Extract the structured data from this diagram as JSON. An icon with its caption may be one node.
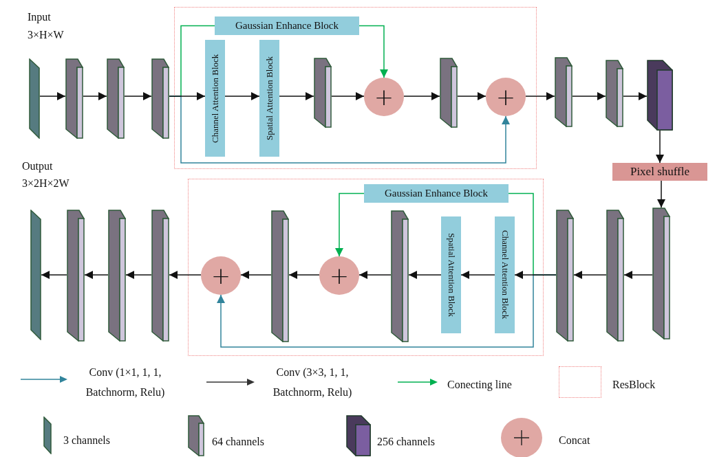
{
  "diagram": {
    "nodes": [
      {
        "text": [],
        "shape": "bar",
        "beside": [
          "Input",
          "3×H×W"
        ]
      },
      {
        "text": [],
        "shape": "bar"
      },
      {
        "text": [],
        "shape": "bar"
      },
      {
        "text": [],
        "shape": "bar"
      },
      {
        "text": [],
        "shape": "box"
      },
      {
        "text": [
          "Gaussian Enhance Block"
        ],
        "in": 4
      },
      {
        "text": [
          "Channel Attention Block"
        ],
        "in": 4
      },
      {
        "text": [
          "Spatial Attention Block"
        ],
        "in": 4
      },
      {
        "text": [],
        "shape": "bar",
        "in": 4
      },
      {
        "text": [
          "+"
        ],
        "in": 4
      },
      {
        "text": [],
        "shape": "bar",
        "in": 4
      },
      {
        "text": [
          "+"
        ],
        "in": 4
      },
      {
        "text": [],
        "shape": "bar"
      },
      {
        "text": [],
        "shape": "bar"
      },
      {
        "text": [],
        "shape": "bar"
      },
      {
        "text": [
          "Pixel shuffle"
        ]
      },
      {
        "text": [],
        "shape": "bar",
        "beside": [
          "Output",
          "3×2H×2W"
        ]
      },
      {
        "text": [],
        "shape": "bar"
      },
      {
        "text": [],
        "shape": "bar"
      },
      {
        "text": [],
        "shape": "bar"
      },
      {
        "text": [],
        "shape": "box"
      },
      {
        "text": [
          "Gaussian Enhance Block"
        ],
        "in": 20
      },
      {
        "text": [
          "+"
        ],
        "in": 20
      },
      {
        "text": [],
        "shape": "bar",
        "in": 20
      },
      {
        "text": [
          "+"
        ],
        "in": 20
      },
      {
        "text": [],
        "shape": "bar",
        "in": 20
      },
      {
        "text": [
          "Spatial Attention Block"
        ],
        "in": 20
      },
      {
        "text": [
          "Channel Attention Block"
        ],
        "in": 20
      },
      {
        "text": [],
        "shape": "bar"
      },
      {
        "text": [],
        "shape": "bar"
      },
      {
        "text": [],
        "shape": "bar"
      }
    ],
    "edges": [
      {
        "from": 0,
        "to": 1,
        "arrow": "to"
      },
      {
        "from": 1,
        "to": 2,
        "arrow": "to"
      },
      {
        "from": 2,
        "to": 3,
        "arrow": "to"
      },
      {
        "from": 3,
        "to": 6,
        "arrow": "to"
      },
      {
        "from": 6,
        "to": 7,
        "arrow": "to"
      },
      {
        "from": 7,
        "to": 8,
        "arrow": "to"
      },
      {
        "from": 8,
        "to": 9,
        "arrow": "to"
      },
      {
        "from": 9,
        "to": 10,
        "arrow": "to"
      },
      {
        "from": 10,
        "to": 11,
        "arrow": "to"
      },
      {
        "from": 11,
        "to": 12,
        "arrow": "to"
      },
      {
        "from": 12,
        "to": 13,
        "arrow": "to"
      },
      {
        "from": 13,
        "to": 14,
        "arrow": "to"
      },
      {
        "from": 14,
        "to": 15,
        "arrow": "to"
      },
      {
        "from": 15,
        "to": 30,
        "arrow": "to"
      },
      {
        "from": 3,
        "to": 5,
        "arrow": "none",
        "color": "#00b050"
      },
      {
        "from": 5,
        "to": 9,
        "arrow": "to",
        "color": "#00b050"
      },
      {
        "from": 3,
        "to": 11,
        "arrow": "to",
        "color": "#31849b"
      },
      {
        "from": 30,
        "to": 29,
        "arrow": "to"
      },
      {
        "from": 29,
        "to": 28,
        "arrow": "to"
      },
      {
        "from": 28,
        "to": 27,
        "arrow": "to"
      },
      {
        "from": 27,
        "to": 26,
        "arrow": "to"
      },
      {
        "from": 26,
        "to": 25,
        "arrow": "to"
      },
      {
        "from": 25,
        "to": 24,
        "arrow": "to"
      },
      {
        "from": 24,
        "to": 23,
        "arrow": "to"
      },
      {
        "from": 23,
        "to": 22,
        "arrow": "to"
      },
      {
        "from": 22,
        "to": 19,
        "arrow": "to"
      },
      {
        "from": 19,
        "to": 18,
        "arrow": "to"
      },
      {
        "from": 18,
        "to": 17,
        "arrow": "to"
      },
      {
        "from": 17,
        "to": 16,
        "arrow": "to"
      },
      {
        "from": 28,
        "to": 21,
        "arrow": "none",
        "color": "#00b050"
      },
      {
        "from": 21,
        "to": 24,
        "arrow": "to",
        "color": "#00b050"
      },
      {
        "from": 28,
        "to": 22,
        "arrow": "to",
        "color": "#31849b"
      }
    ],
    "legend": [
      {
        "text": "Conv (1×1, 1, 1, Batchnorm, Relu)"
      },
      {
        "text": "Conv (3×3, 1, 1, Batchnorm, Relu)"
      },
      {
        "text": "Conecting line"
      },
      {
        "text": "ResBlock"
      },
      {
        "text": "3 channels"
      },
      {
        "text": "64 channels"
      },
      {
        "text": "256 channels"
      },
      {
        "text": "Concat"
      }
    ]
  }
}
